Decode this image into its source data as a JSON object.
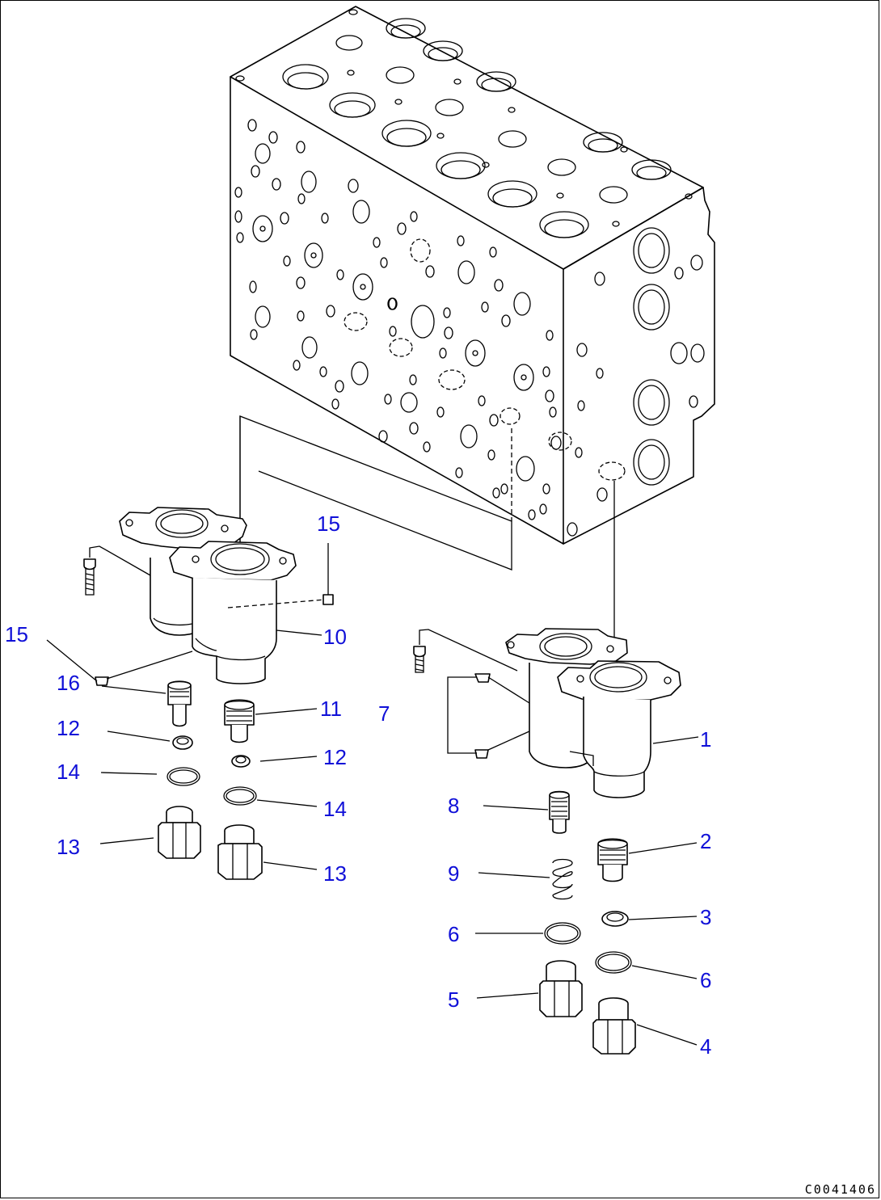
{
  "callouts": {
    "c15a": "15",
    "c15b": "15",
    "c10": "10",
    "c16": "16",
    "c11": "11",
    "c7": "7",
    "c12a": "12",
    "c12b": "12",
    "c14a": "14",
    "c14b": "14",
    "c13a": "13",
    "c13b": "13",
    "c1": "1",
    "c8": "8",
    "c2": "2",
    "c9": "9",
    "c3": "3",
    "c6a": "6",
    "c6b": "6",
    "c5": "5",
    "c4": "4"
  },
  "document_code": "C0041406",
  "colors": {
    "callout": "#1010d8",
    "lines": "#000000",
    "background": "#ffffff"
  }
}
